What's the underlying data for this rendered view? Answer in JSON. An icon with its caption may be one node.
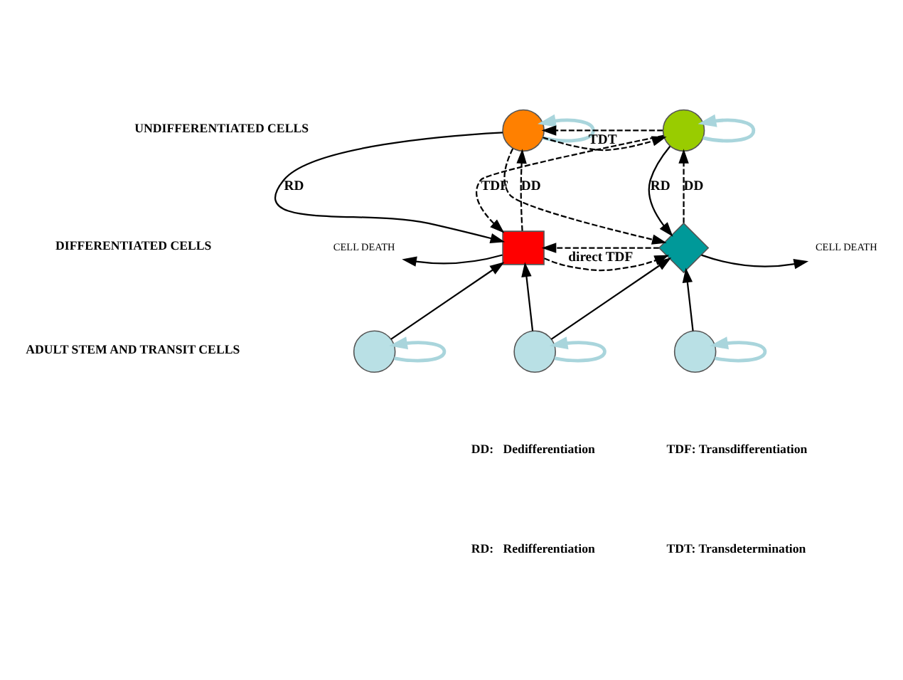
{
  "diagram": {
    "nodes": [
      {
        "text": [],
        "shape": "circle"
      },
      {
        "text": [],
        "shape": "circle"
      },
      {
        "text": [],
        "shape": "box"
      },
      {
        "text": [],
        "shape": "diamond"
      },
      {
        "text": [],
        "shape": "circle"
      },
      {
        "text": [],
        "shape": "circle"
      },
      {
        "text": [],
        "shape": "circle"
      },
      {
        "text": [
          "CELL DEATH"
        ]
      },
      {
        "text": [
          "CELL DEATH"
        ]
      }
    ],
    "edges": [
      {
        "from": 0,
        "to": 0,
        "arrow": "to",
        "color": "#a9d5dc"
      },
      {
        "from": 0,
        "to": 1,
        "arrow": "to",
        "style": "dashed"
      },
      {
        "from": 1,
        "to": 0,
        "arrow": "to",
        "style": "dashed",
        "label": "TDT"
      },
      {
        "from": 1,
        "to": 1,
        "arrow": "to",
        "color": "#a9d5dc"
      },
      {
        "from": 2,
        "to": 0,
        "arrow": "to",
        "style": "dashed",
        "label": "DD"
      },
      {
        "from": 0,
        "to": 2,
        "arrow": "to",
        "label": "RD"
      },
      {
        "from": 0,
        "to": 3,
        "arrow": "to",
        "style": "dashed"
      },
      {
        "from": 1,
        "to": 2,
        "arrow": "to",
        "style": "dashed",
        "label": "TDF"
      },
      {
        "from": 3,
        "to": 1,
        "arrow": "to",
        "style": "dashed",
        "label": "DD"
      },
      {
        "from": 1,
        "to": 3,
        "arrow": "to",
        "label": "RD"
      },
      {
        "from": 2,
        "to": 7,
        "arrow": "to"
      },
      {
        "from": 2,
        "to": 3,
        "arrow": "to",
        "style": "dashed"
      },
      {
        "from": 3,
        "to": 2,
        "arrow": "to",
        "style": "dashed",
        "label": "direct TDF"
      },
      {
        "from": 3,
        "to": 8,
        "arrow": "to"
      },
      {
        "from": 4,
        "to": 2,
        "arrow": "to"
      },
      {
        "from": 5,
        "to": 2,
        "arrow": "to"
      },
      {
        "from": 5,
        "to": 3,
        "arrow": "to"
      },
      {
        "from": 6,
        "to": 3,
        "arrow": "to"
      },
      {
        "from": 4,
        "to": 4,
        "arrow": "to",
        "color": "#a9d5dc"
      },
      {
        "from": 5,
        "to": 5,
        "arrow": "to",
        "color": "#a9d5dc"
      },
      {
        "from": 6,
        "to": 6,
        "arrow": "to",
        "color": "#a9d5dc"
      }
    ],
    "labels": [
      "UNDIFFERENTIATED CELLS",
      "DIFFERENTIATED CELLS",
      "ADULT STEM AND TRANSIT CELLS",
      "DD:   Dedifferentiation",
      "RD:   Redifferentiation",
      "TDF: Transdifferentiation",
      "TDT: Transdetermination"
    ]
  }
}
